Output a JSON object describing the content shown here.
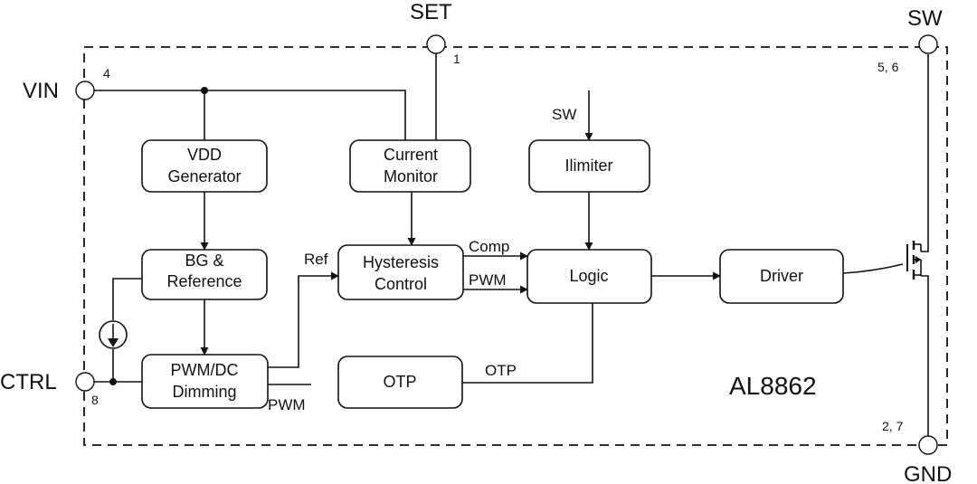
{
  "chip_name": "AL8862",
  "pins": {
    "set": {
      "label": "SET",
      "number": "1"
    },
    "vin": {
      "label": "VIN",
      "number": "4"
    },
    "sw": {
      "label": "SW",
      "number": "5, 6"
    },
    "ctrl": {
      "label": "CTRL",
      "number": "8"
    },
    "gnd": {
      "label": "GND",
      "number": "2, 7"
    }
  },
  "blocks": {
    "vdd_line1": "VDD",
    "vdd_line2": "Generator",
    "current_line1": "Current",
    "current_line2": "Monitor",
    "ilimiter": "Ilimiter",
    "bg_line1": "BG &",
    "bg_line2": "Reference",
    "hyst_line1": "Hysteresis",
    "hyst_line2": "Control",
    "logic": "Logic",
    "driver": "Driver",
    "pwm_line1": "PWM/DC",
    "pwm_line2": "Dimming",
    "otp": "OTP"
  },
  "signals": {
    "sw_in": "SW",
    "ref": "Ref",
    "comp": "Comp",
    "pwm_logic": "PWM",
    "pwm_out": "PWM",
    "otp": "OTP"
  }
}
